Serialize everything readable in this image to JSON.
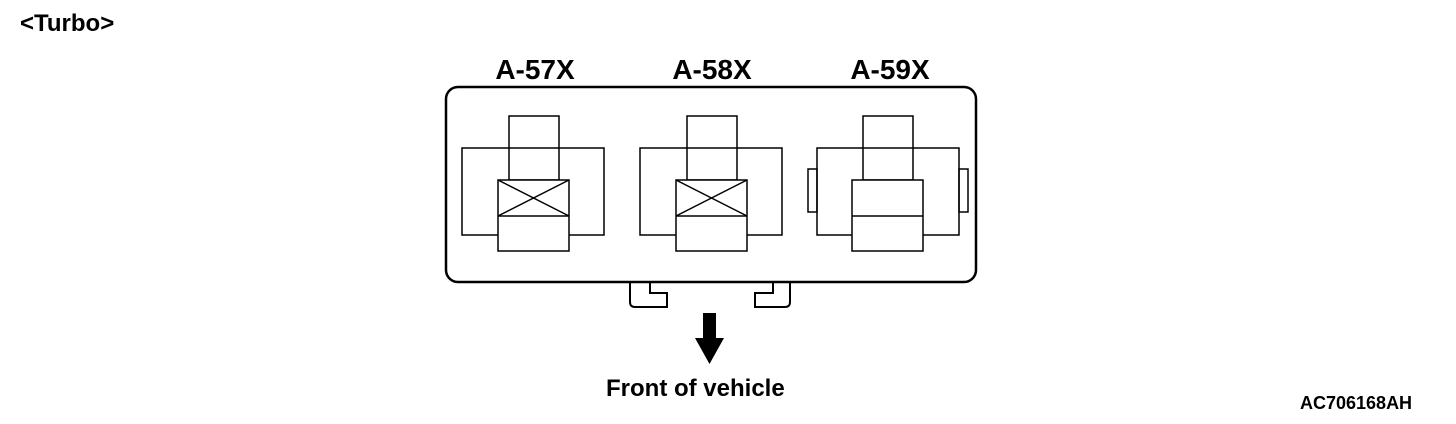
{
  "variant_label": "<Turbo>",
  "connectors": [
    {
      "label": "A-57X"
    },
    {
      "label": "A-58X"
    },
    {
      "label": "A-59X"
    }
  ],
  "direction_label": "Front of vehicle",
  "figure_code": "AC706168AH"
}
